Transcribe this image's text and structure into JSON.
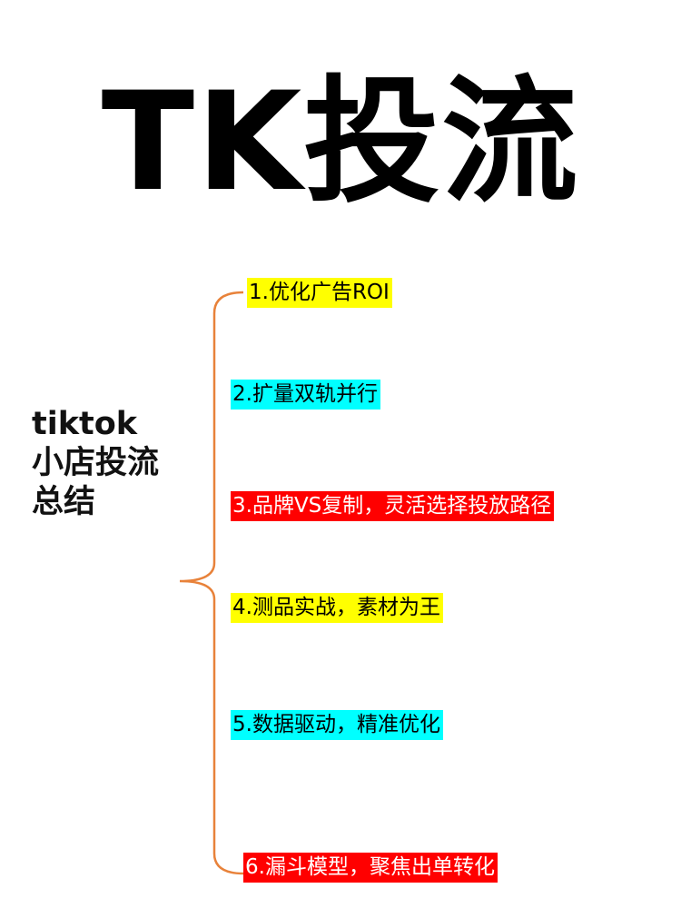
{
  "title": "TK投流",
  "subject": {
    "line1": "tiktok",
    "line2": "小店投流",
    "line3": "总结"
  },
  "colors": {
    "bracket": "#e8823a",
    "yellow": "#ffff00",
    "cyan": "#00ffff",
    "red": "#ff0000"
  },
  "items": [
    {
      "label": "1.优化广告ROI",
      "bg": "#ffff00"
    },
    {
      "label": "2.扩量双轨并行",
      "bg": "#00ffff"
    },
    {
      "label": "3.品牌VS复制，灵活选择投放路径",
      "bg": "#ff0000"
    },
    {
      "label": "4.测品实战，素材为王",
      "bg": "#ffff00"
    },
    {
      "label": "5.数据驱动，精准优化",
      "bg": "#00ffff"
    },
    {
      "label": "6.漏斗模型，聚焦出单转化",
      "bg": "#ff0000"
    }
  ]
}
